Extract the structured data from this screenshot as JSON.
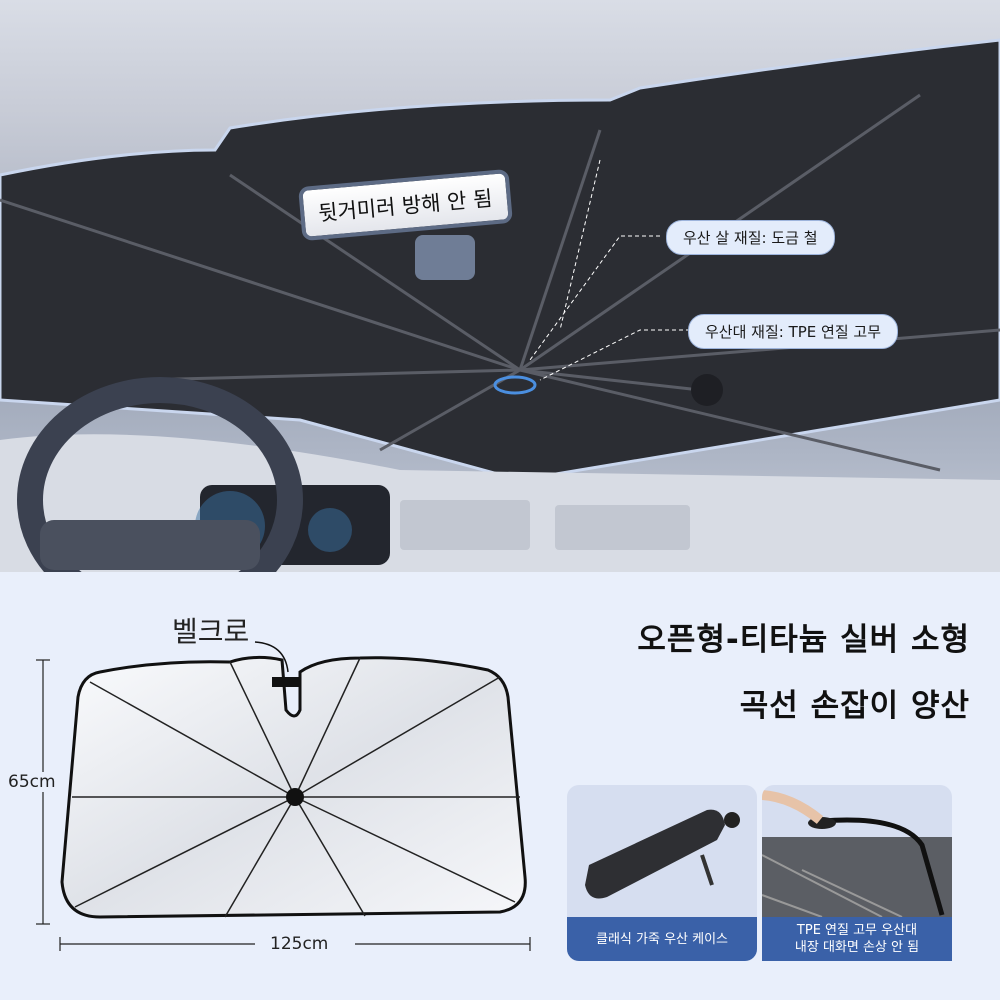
{
  "photo": {
    "mirror_label": "뒷거미러 방해 안 됨",
    "callouts": [
      "우산 살 재질: 도금 철",
      "우산대 재질: TPE 연질 고무"
    ]
  },
  "diagram": {
    "velcro_label": "벨크로",
    "height_label": "65cm",
    "width_label": "125cm"
  },
  "headline": {
    "line1": "오픈형-티타늄 실버 소형",
    "line2": "곡선 손잡이 양산"
  },
  "cards": [
    {
      "caption": "클래식 가죽 우산 케이스"
    },
    {
      "caption_line1": "TPE 연질 고무 우산대",
      "caption_line2": "내장 대화면 손상 안 됨"
    }
  ],
  "colors": {
    "background": "#e9effb",
    "caption_bg": "#3a61a8",
    "callout_bg": "#e3ecfb"
  }
}
